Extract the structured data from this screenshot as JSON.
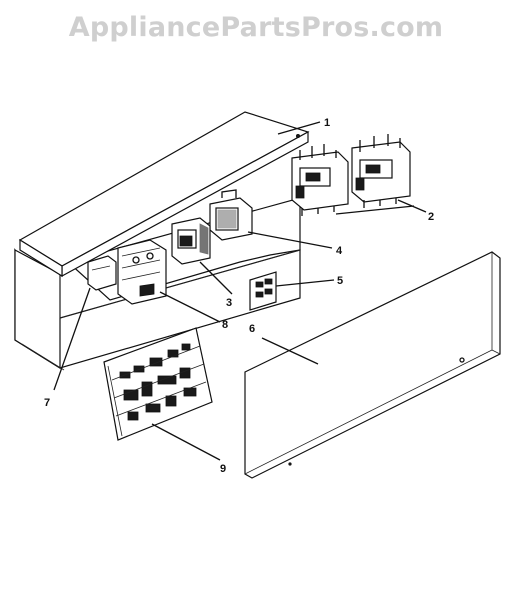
{
  "watermark": "AppliancePartsPros.com",
  "callouts": [
    {
      "label": "1"
    },
    {
      "label": "2"
    },
    {
      "label": "3"
    },
    {
      "label": "4"
    },
    {
      "label": "5"
    },
    {
      "label": "6"
    },
    {
      "label": "7"
    },
    {
      "label": "8"
    },
    {
      "label": "9"
    }
  ]
}
